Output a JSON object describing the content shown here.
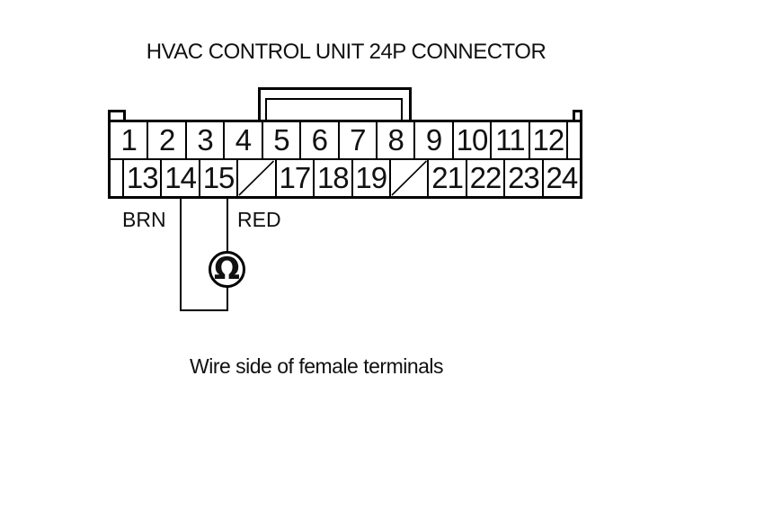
{
  "title": "HVAC CONTROL UNIT 24P CONNECTOR",
  "caption": "Wire side of female terminals",
  "connector": {
    "top_row_pins": [
      "1",
      "2",
      "3",
      "4",
      "5",
      "6",
      "7",
      "8",
      "9",
      "10",
      "11",
      "12"
    ],
    "bottom_row_cells": [
      {
        "label": "13",
        "slashed": false
      },
      {
        "label": "14",
        "slashed": false
      },
      {
        "label": "15",
        "slashed": false
      },
      {
        "label": "",
        "slashed": true
      },
      {
        "label": "17",
        "slashed": false
      },
      {
        "label": "18",
        "slashed": false
      },
      {
        "label": "19",
        "slashed": false
      },
      {
        "label": "",
        "slashed": true
      },
      {
        "label": "21",
        "slashed": false
      },
      {
        "label": "22",
        "slashed": false
      },
      {
        "label": "23",
        "slashed": false
      },
      {
        "label": "24",
        "slashed": false
      }
    ]
  },
  "wires": {
    "left_label": "BRN",
    "right_label": "RED"
  },
  "meter": {
    "symbol": "Ω"
  },
  "colors": {
    "line": "#000000",
    "text": "#111111",
    "background": "#ffffff"
  }
}
